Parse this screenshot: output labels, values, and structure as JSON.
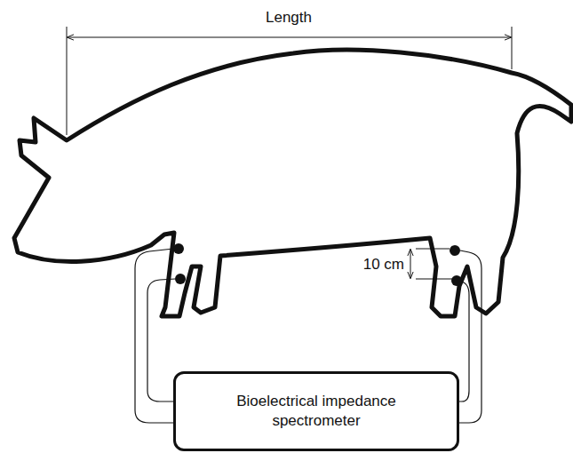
{
  "diagram": {
    "nodes": [
      {
        "text": [
          "Bioelectrical impedance spectrometer"
        ]
      }
    ],
    "labels": [
      "Length",
      "10 cm"
    ]
  }
}
